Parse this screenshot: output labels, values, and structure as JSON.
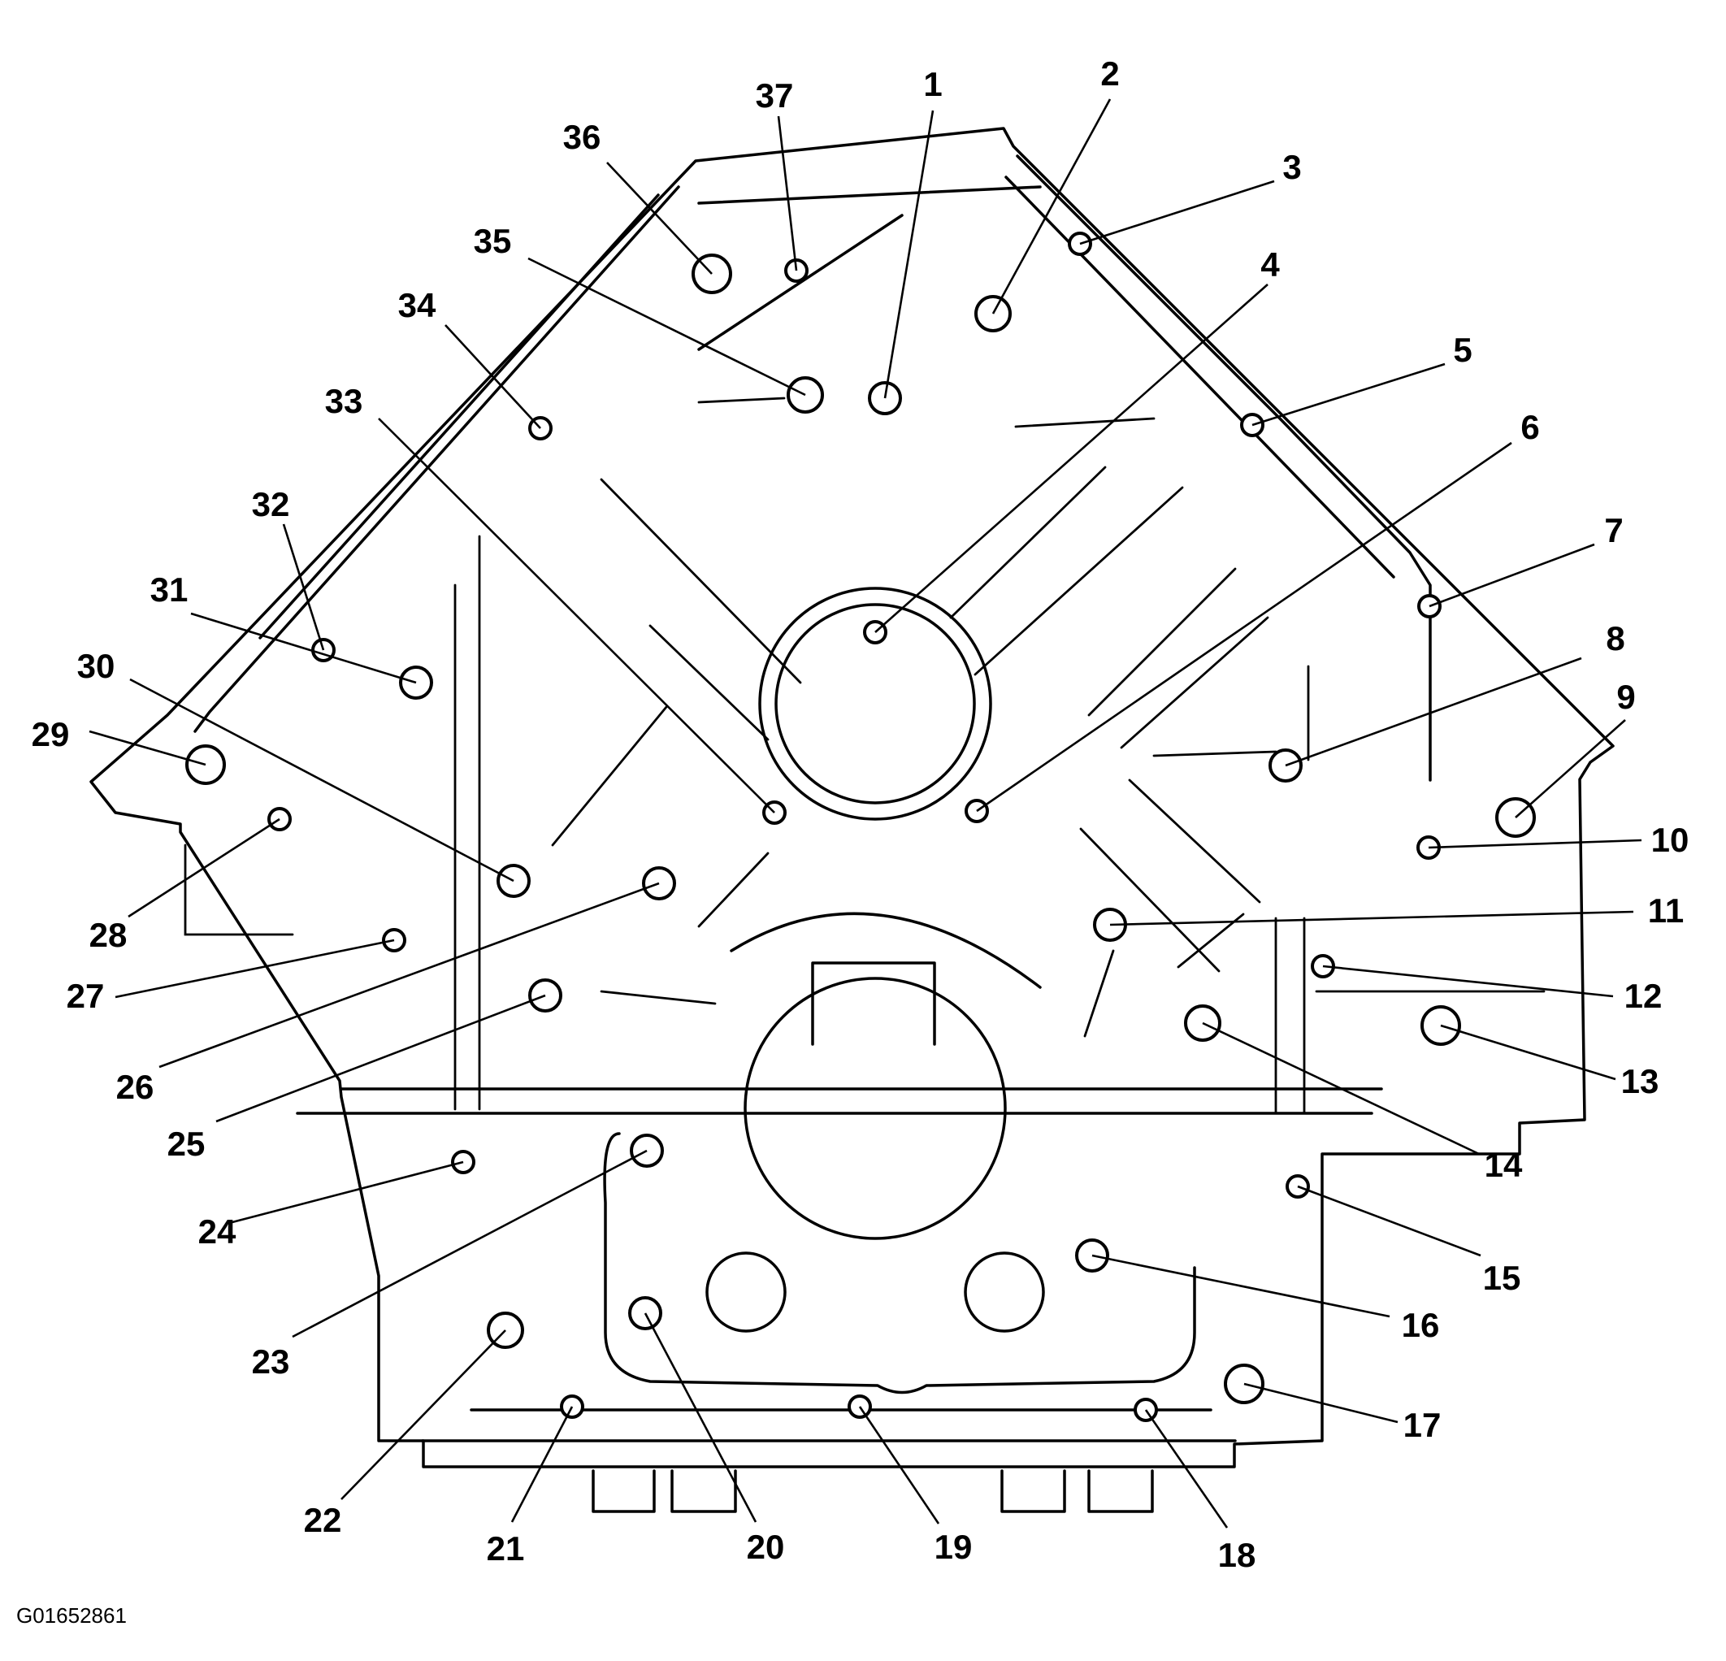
{
  "figure_id": "G01652861",
  "callouts": [
    {
      "n": "1"
    },
    {
      "n": "2"
    },
    {
      "n": "3"
    },
    {
      "n": "4"
    },
    {
      "n": "5"
    },
    {
      "n": "6"
    },
    {
      "n": "7"
    },
    {
      "n": "8"
    },
    {
      "n": "9"
    },
    {
      "n": "10"
    },
    {
      "n": "11"
    },
    {
      "n": "12"
    },
    {
      "n": "13"
    },
    {
      "n": "14"
    },
    {
      "n": "15"
    },
    {
      "n": "16"
    },
    {
      "n": "17"
    },
    {
      "n": "18"
    },
    {
      "n": "19"
    },
    {
      "n": "20"
    },
    {
      "n": "21"
    },
    {
      "n": "22"
    },
    {
      "n": "23"
    },
    {
      "n": "24"
    },
    {
      "n": "25"
    },
    {
      "n": "26"
    },
    {
      "n": "27"
    },
    {
      "n": "28"
    },
    {
      "n": "29"
    },
    {
      "n": "30"
    },
    {
      "n": "31"
    },
    {
      "n": "32"
    },
    {
      "n": "33"
    },
    {
      "n": "34"
    },
    {
      "n": "35"
    },
    {
      "n": "36"
    },
    {
      "n": "37"
    }
  ]
}
